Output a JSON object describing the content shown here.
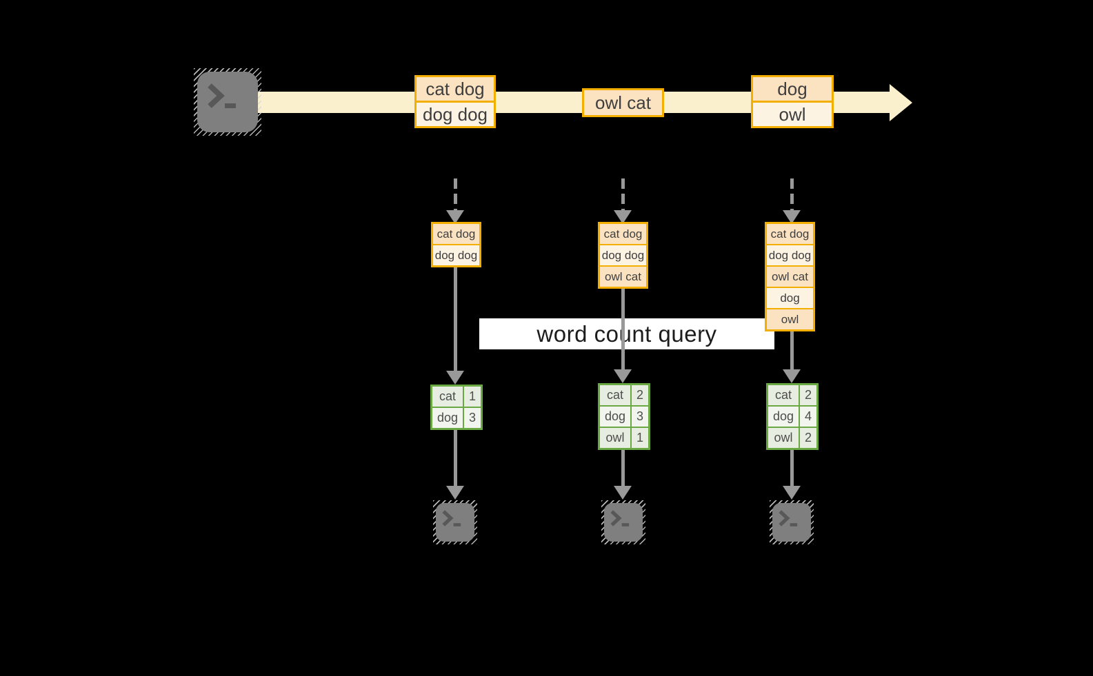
{
  "diagram": {
    "banner_label": "word count query",
    "stream": {
      "source_icon": "terminal-icon",
      "event_boxes": [
        {
          "rows": [
            "cat dog",
            "dog dog"
          ]
        },
        {
          "rows": [
            "owl cat"
          ]
        },
        {
          "rows": [
            "dog",
            "owl"
          ]
        }
      ]
    },
    "pipelines": [
      {
        "buffer_rows": [
          "cat dog",
          "dog dog"
        ],
        "counts": [
          {
            "word": "cat",
            "value": "1"
          },
          {
            "word": "dog",
            "value": "3"
          }
        ]
      },
      {
        "buffer_rows": [
          "cat dog",
          "dog dog",
          "owl cat"
        ],
        "counts": [
          {
            "word": "cat",
            "value": "2"
          },
          {
            "word": "dog",
            "value": "3"
          },
          {
            "word": "owl",
            "value": "1"
          }
        ]
      },
      {
        "buffer_rows": [
          "cat dog",
          "dog dog",
          "owl cat",
          "dog",
          "owl"
        ],
        "counts": [
          {
            "word": "cat",
            "value": "2"
          },
          {
            "word": "dog",
            "value": "4"
          },
          {
            "word": "owl",
            "value": "2"
          }
        ]
      }
    ],
    "colors": {
      "background": "#000000",
      "stream_band": "#FBF0CD",
      "event_border": "#F2AF00",
      "event_fill_dark": "#FBE3C2",
      "event_fill_light": "#FDF3E3",
      "table_border": "#69A843",
      "table_fill_dark": "#E7EEE1",
      "table_fill_light": "#F2F5EE",
      "connector_gray": "#999999",
      "terminal_gray": "#7F7F7F"
    }
  }
}
